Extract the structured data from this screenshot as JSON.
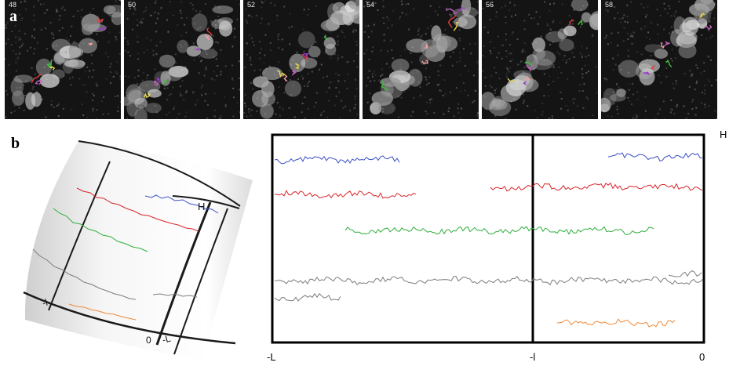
{
  "panel_a": {
    "label": "a",
    "frames": [
      "48",
      "50",
      "52",
      "54",
      "56",
      "58"
    ]
  },
  "panel_b": {
    "label": "b",
    "cylinder_labels": {
      "H": "H",
      "minus_l": "-l",
      "zero": "0",
      "minus_L": "-L"
    },
    "flat_labels": {
      "H": "H",
      "x_left": "-L",
      "x_mid": "-l",
      "x_right": "0"
    }
  },
  "colors": {
    "track_blue": "#3b4fc8",
    "track_red": "#d9262b",
    "track_green": "#2fae3c",
    "track_gray": "#7d7d7d",
    "track_orange": "#f08a3a",
    "axis": "#000000"
  }
}
